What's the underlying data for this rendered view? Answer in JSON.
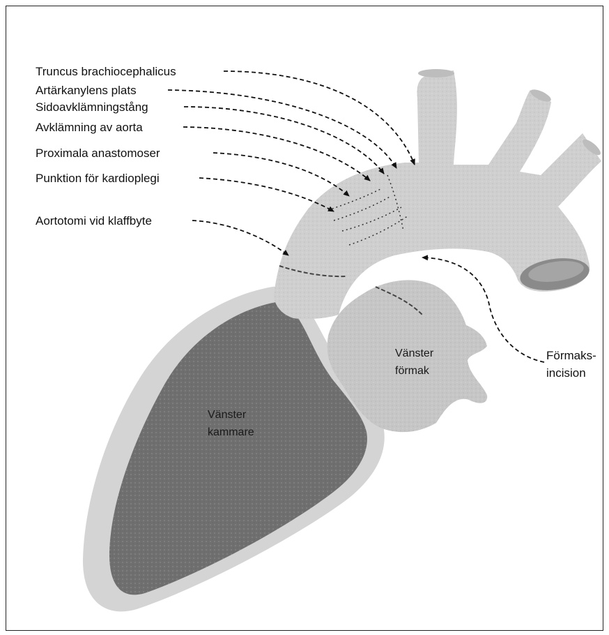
{
  "labels": {
    "truncus": "Truncus brachiocephalicus",
    "arteriell_kanyl": "Artärkanylens plats",
    "sidoavklamning": "Sidoavklämningstång",
    "avklamning": "Avklämning av aorta",
    "proximala": "Proximala anastomoser",
    "punktion": "Punktion för kardioplegi",
    "aortotomi": "Aortotomi vid klaffbyte",
    "formaks_line1": "Förmaks-",
    "formaks_line2": "incision"
  },
  "organs": {
    "ventricle_line1": "Vänster",
    "ventricle_line2": "kammare",
    "atrium_line1": "Vänster",
    "atrium_line2": "förmak"
  },
  "colors": {
    "ventricle_dark": "#6f6f6f",
    "ventricle_outer": "#d4d4d4",
    "aorta": "#cfcfcf",
    "atrium": "#c6c6c6",
    "line": "#111111"
  }
}
